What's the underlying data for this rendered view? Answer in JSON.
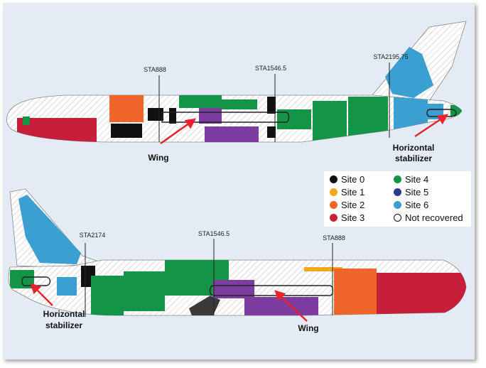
{
  "stations_top": {
    "sta888": "STA888",
    "sta1546": "STA1546.5",
    "sta2195": "STA2195.75"
  },
  "stations_bottom": {
    "sta2174": "STA2174",
    "sta1546": "STA1546.5",
    "sta888": "STA888"
  },
  "callouts_top": {
    "wing": "Wing",
    "stab_line1": "Horizontal",
    "stab_line2": "stabilizer"
  },
  "callouts_bottom": {
    "stab_line1": "Horizontal",
    "stab_line2": "stabilizer",
    "wing": "Wing"
  },
  "legend": {
    "items": [
      {
        "label": "Site 0",
        "color": "#111111"
      },
      {
        "label": "Site 4",
        "color": "#139447"
      },
      {
        "label": "Site 1",
        "color": "#f3a81b"
      },
      {
        "label": "Site 5",
        "color": "#2b3c8f"
      },
      {
        "label": "Site 2",
        "color": "#f0662a"
      },
      {
        "label": "Site 6",
        "color": "#3b9fd1"
      },
      {
        "label": "Site 3",
        "color": "#c71e3a"
      },
      {
        "label": "Not recovered",
        "color": "#ffffff"
      }
    ]
  },
  "colors": {
    "background": "#e3ecf4",
    "arrow": "#e8232e",
    "wing_outline": "#222222"
  }
}
